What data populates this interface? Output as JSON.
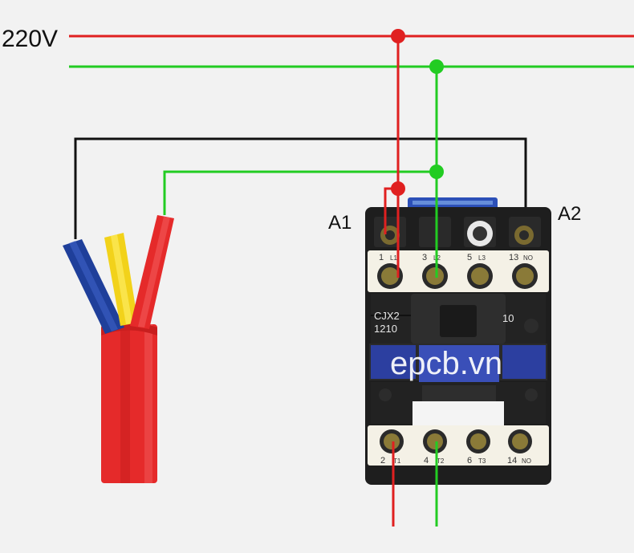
{
  "labels": {
    "voltage": "220V",
    "coil_a1": "A1",
    "coil_a2": "A2"
  },
  "contactor": {
    "model_line1": "CJX2",
    "model_line2": "1210",
    "contact_code": "10",
    "watermark": "epcb.vn",
    "top_terminals": [
      {
        "num": "1",
        "sub": "L1"
      },
      {
        "num": "3",
        "sub": "L2"
      },
      {
        "num": "5",
        "sub": "L3"
      },
      {
        "num": "13",
        "sub": "NO"
      }
    ],
    "bottom_terminals": [
      {
        "num": "2",
        "sub": "T1"
      },
      {
        "num": "4",
        "sub": "T2"
      },
      {
        "num": "6",
        "sub": "T3"
      },
      {
        "num": "14",
        "sub": "NO"
      }
    ]
  },
  "colors": {
    "line": "#e02020",
    "neutral": "#22cc22",
    "control": "#111111",
    "housing": "#1e1e1e",
    "cable_red": "#e52a2a",
    "wire_blue": "#1f3f9a",
    "wire_yellow": "#f2d21a",
    "button_blue": "#2c3fa0"
  }
}
